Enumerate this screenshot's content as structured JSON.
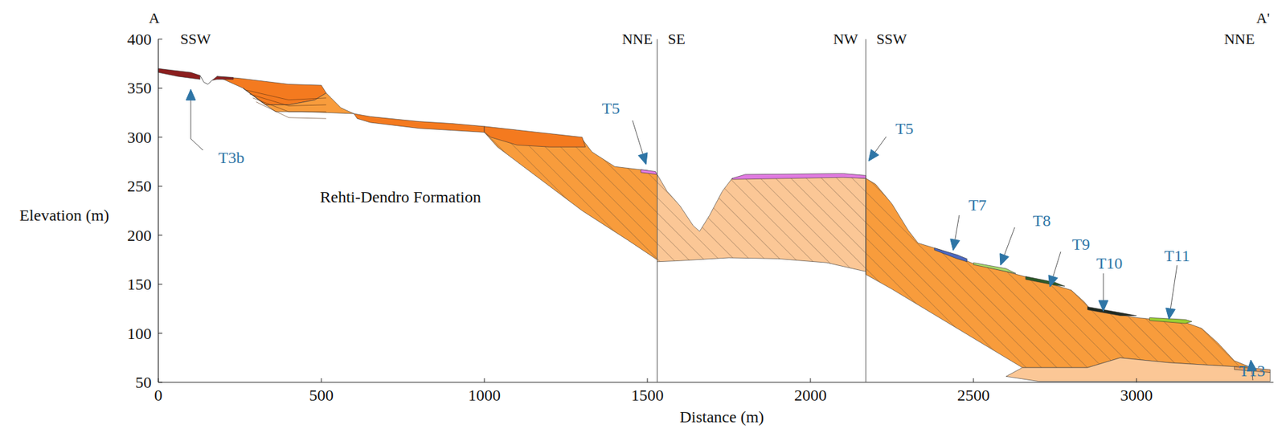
{
  "diagram": {
    "labels": [
      "A",
      "A'",
      "SSW",
      "NNE",
      "SE",
      "NW",
      "SSW",
      "NNE",
      "400",
      "350",
      "300",
      "250",
      "200",
      "150",
      "100",
      "50",
      "0",
      "500",
      "1000",
      "1500",
      "2000",
      "2500",
      "3000",
      "Elevation (m)",
      "Distance (m)",
      "Rehti-Dendro Formation",
      "T3b",
      "T5",
      "T5",
      "T7",
      "T8",
      "T9",
      "T10",
      "T11",
      "T13"
    ]
  }
}
